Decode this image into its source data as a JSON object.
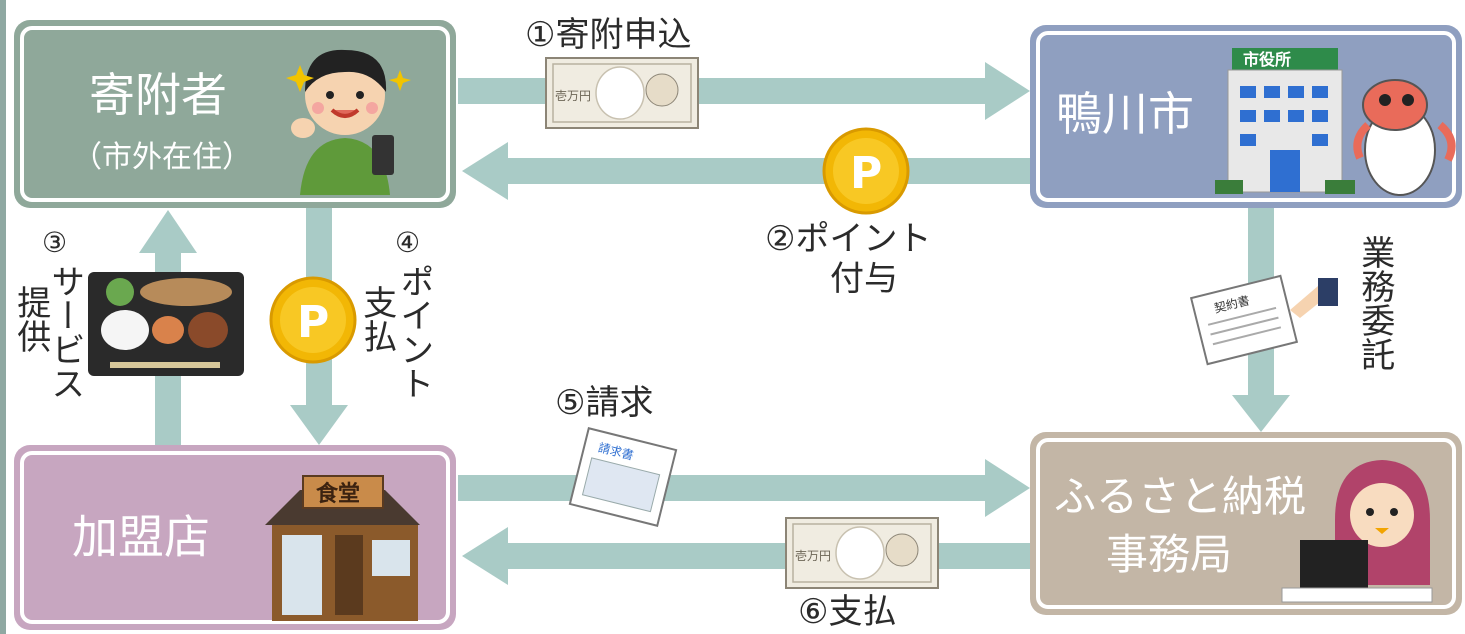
{
  "nodes": {
    "donor": {
      "label": "寄附者",
      "sub": "（市外在住）"
    },
    "city": {
      "label": "鴨川市",
      "building_sign": "市役所"
    },
    "shop": {
      "label": "加盟店",
      "shop_sign": "食堂"
    },
    "office": {
      "label_line1": "ふるさと納税",
      "label_line2": "事務局"
    }
  },
  "steps": {
    "s1": "①寄附申込",
    "s2_line1": "②ポイント",
    "s2_line2": "付与",
    "s3_num": "③",
    "s3_col1": "サービス",
    "s3_col2": "提供",
    "s4_num": "④",
    "s4_col1": "ポイント",
    "s4_col2": "支払",
    "s5": "⑤請求",
    "s6": "⑥支払",
    "delegate": "業務委託"
  },
  "documents": {
    "contract_title": "契約書",
    "invoice_title": "請求書"
  },
  "banknote_text": "壱万円",
  "point_symbol": "P",
  "colors": {
    "donor": "#8fa89a",
    "city": "#8f9fc0",
    "shop": "#c7a6c0",
    "office": "#c3b6a6",
    "arrow": "#a9cbc6",
    "coin": "#f2b705"
  }
}
